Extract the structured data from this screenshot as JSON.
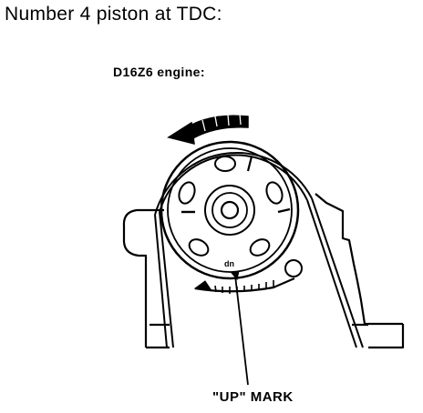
{
  "heading": "Number 4 piston at TDC:",
  "subheading": "D16Z6 engine:",
  "callout_label": "\"UP\" MARK",
  "pulley_mark_text": "dn",
  "colors": {
    "ink": "#000000",
    "paper": "#ffffff"
  }
}
